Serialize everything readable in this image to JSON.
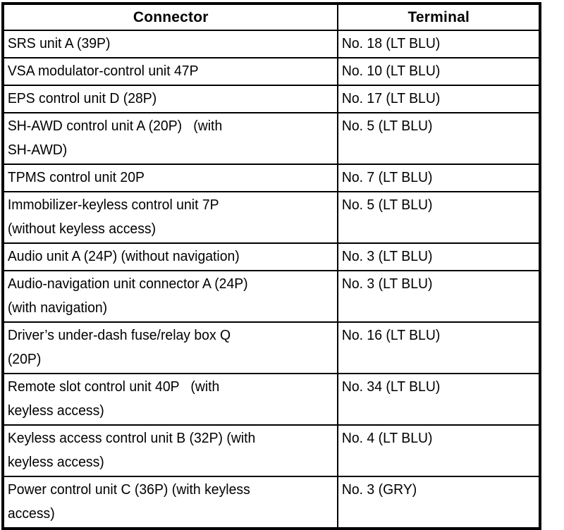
{
  "table": {
    "name": "connector-terminal-table",
    "columns": [
      {
        "key": "connector",
        "label": "Connector",
        "align": "center"
      },
      {
        "key": "terminal",
        "label": "Terminal",
        "align": "center"
      }
    ],
    "rows": [
      {
        "connector": "SRS unit A (39P)",
        "terminal": "No. 18 (LT BLU)"
      },
      {
        "connector": "VSA modulator-control unit 47P",
        "terminal": "No. 10 (LT BLU)"
      },
      {
        "connector": "EPS control unit D (28P)",
        "terminal": "No. 17 (LT BLU)"
      },
      {
        "connector": "SH-AWD control unit A (20P)   (with\nSH-AWD)",
        "terminal": "No. 5 (LT BLU)"
      },
      {
        "connector": "TPMS control unit 20P",
        "terminal": "No. 7 (LT BLU)"
      },
      {
        "connector": "Immobilizer-keyless control unit 7P\n(without keyless access)",
        "terminal": "No. 5 (LT BLU)"
      },
      {
        "connector": "Audio unit A (24P) (without navigation)",
        "terminal": "No. 3 (LT BLU)"
      },
      {
        "connector": "Audio-navigation unit connector A (24P)\n(with navigation)",
        "terminal": "No. 3 (LT BLU)"
      },
      {
        "connector": "Driver’s under-dash fuse/relay box Q\n(20P)",
        "terminal": "No. 16 (LT BLU)"
      },
      {
        "connector": "Remote slot control unit 40P   (with\nkeyless access)",
        "terminal": "No. 34 (LT BLU)"
      },
      {
        "connector": "Keyless access control unit B (32P) (with\nkeyless access)",
        "terminal": "No. 4 (LT BLU)"
      },
      {
        "connector": "Power control unit C (36P) (with keyless\naccess)",
        "terminal": "No. 3 (GRY)"
      }
    ]
  },
  "colors": {
    "border": "#000000",
    "text": "#000000",
    "background": "#ffffff"
  }
}
